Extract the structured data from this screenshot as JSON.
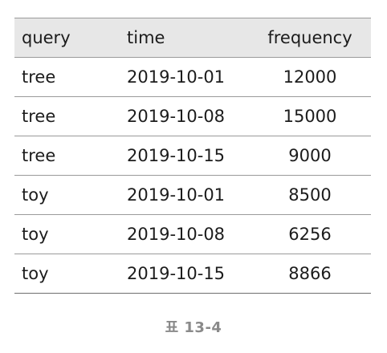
{
  "table": {
    "headers": {
      "query": "query",
      "time": "time",
      "frequency": "frequency"
    },
    "rows": [
      {
        "query": "tree",
        "time": "2019-10-01",
        "frequency": "12000"
      },
      {
        "query": "tree",
        "time": "2019-10-08",
        "frequency": "15000"
      },
      {
        "query": "tree",
        "time": "2019-10-15",
        "frequency": "9000"
      },
      {
        "query": "toy",
        "time": "2019-10-01",
        "frequency": "8500"
      },
      {
        "query": "toy",
        "time": "2019-10-08",
        "frequency": "6256"
      },
      {
        "query": "toy",
        "time": "2019-10-15",
        "frequency": "8866"
      }
    ]
  },
  "caption": "표 13-4"
}
